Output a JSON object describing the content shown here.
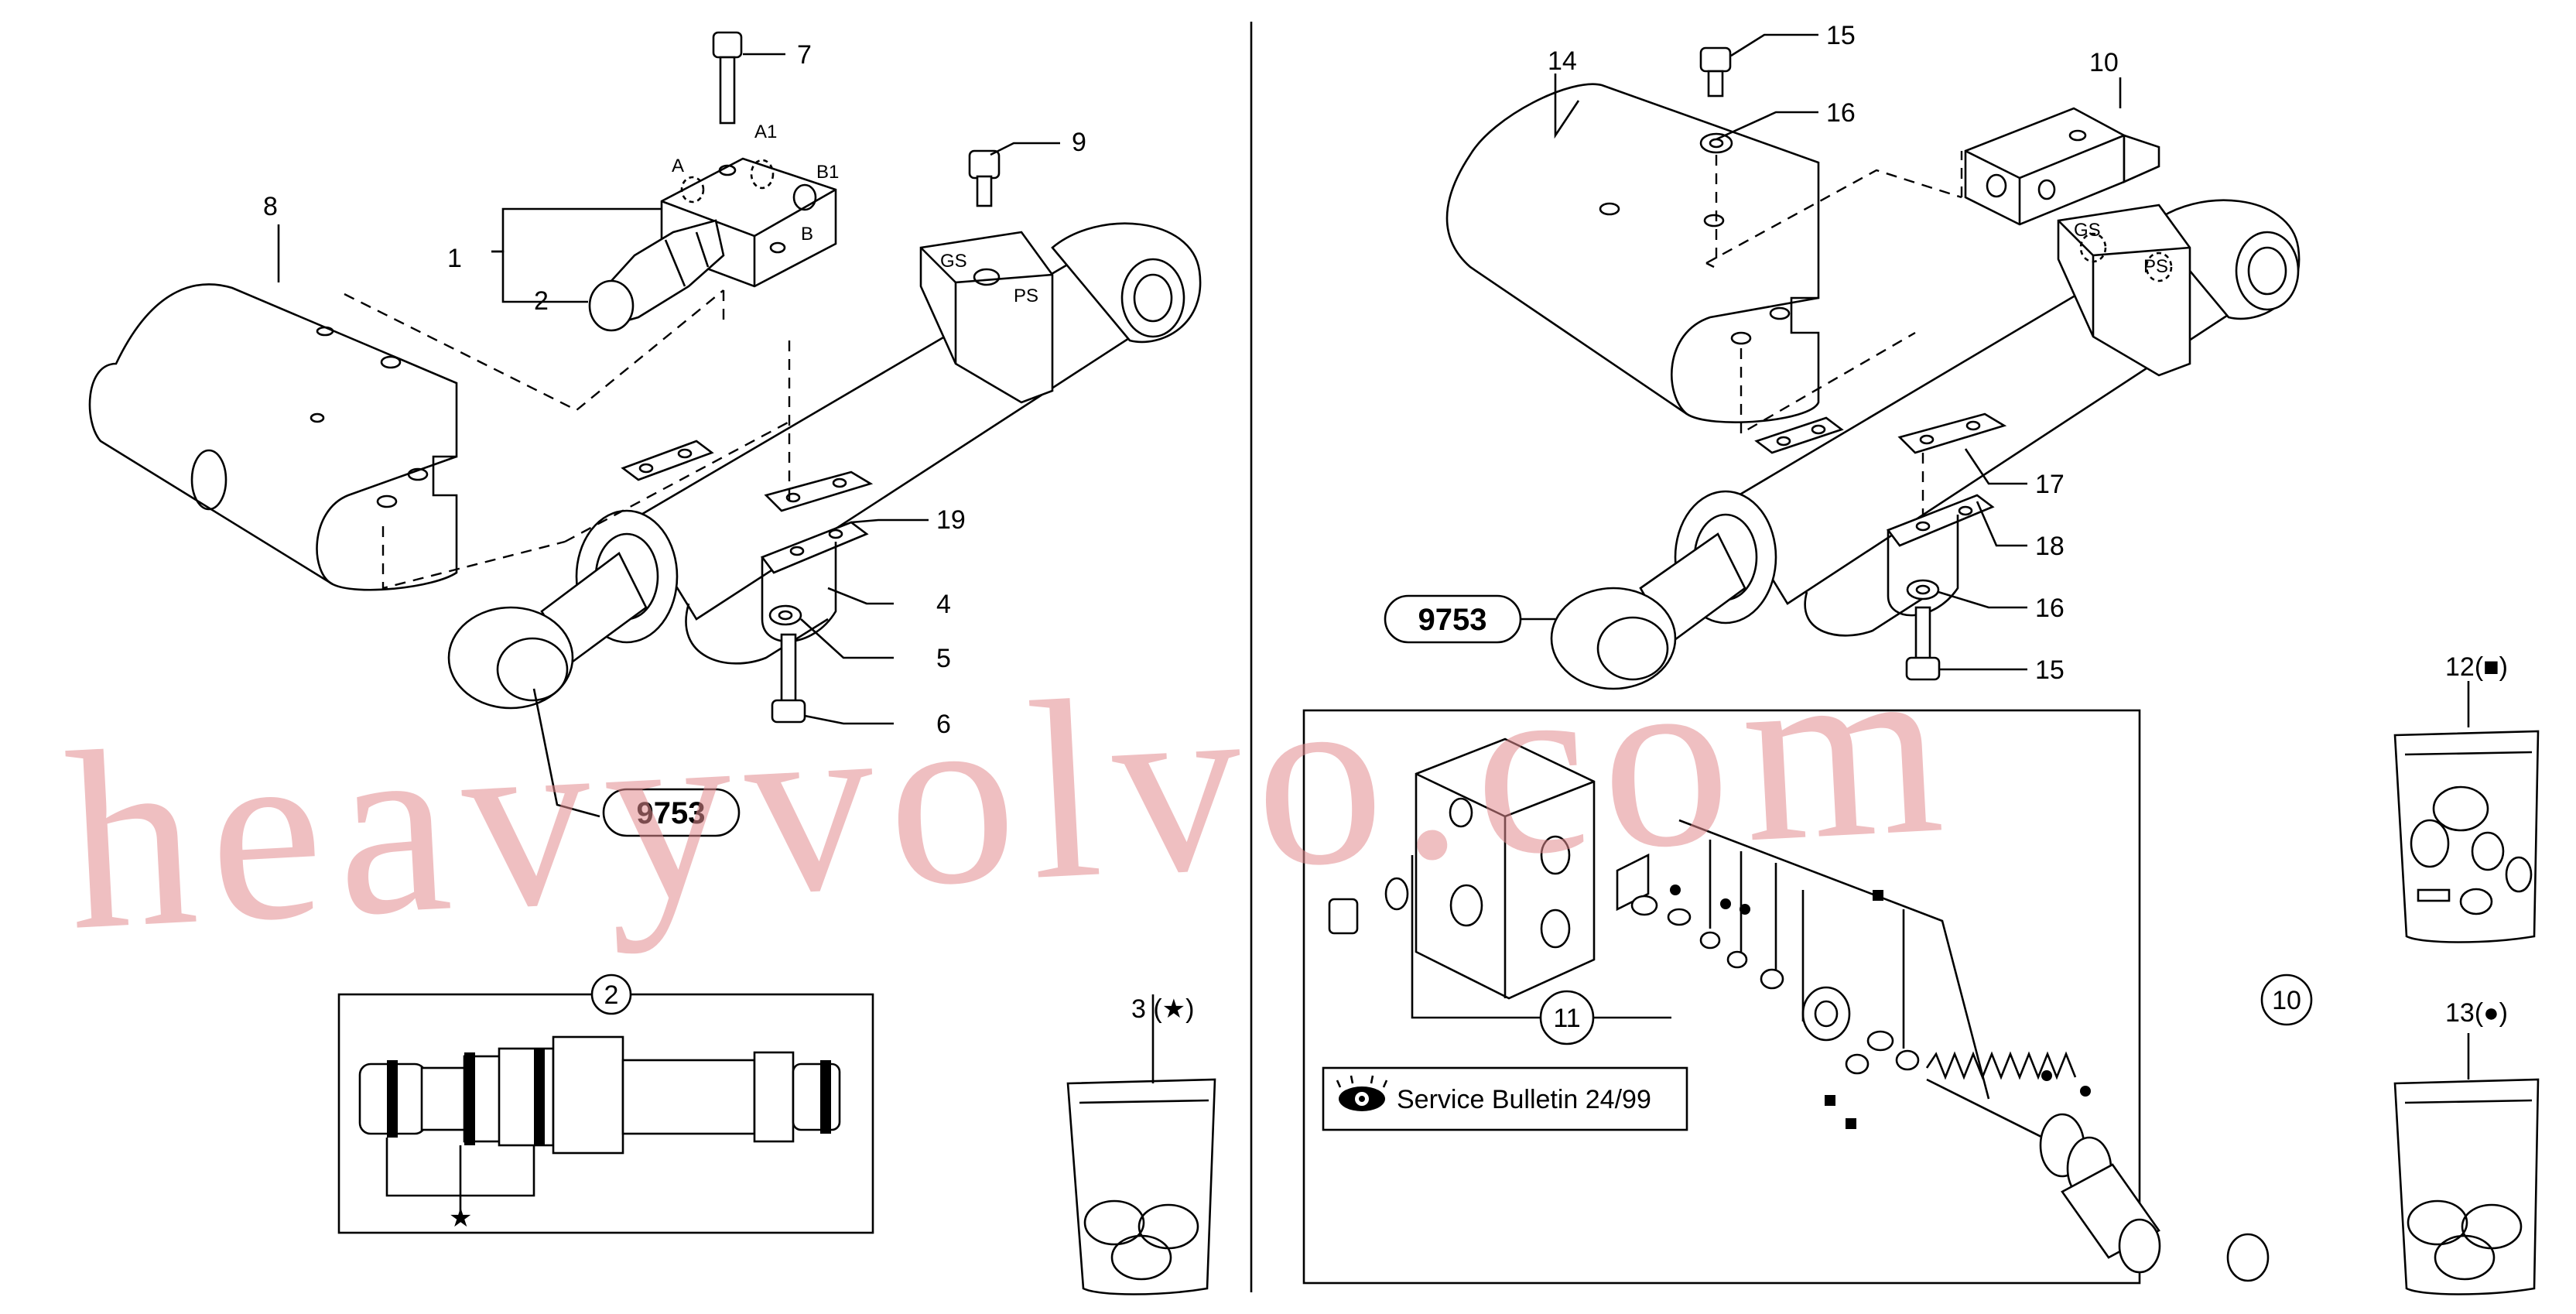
{
  "callouts": {
    "c1": "1",
    "c2": "2",
    "c3": "3 (★)",
    "c4": "4",
    "c5": "5",
    "c6": "6",
    "c7": "7",
    "c8": "8",
    "c9": "9",
    "c10": "10",
    "c11": "11",
    "c12": "12(■)",
    "c13": "13(●)",
    "c14": "14",
    "c15a": "15",
    "c15b": "15",
    "c16a": "16",
    "c16b": "16",
    "c17": "17",
    "c18": "18",
    "c19": "19",
    "c10b": "10"
  },
  "port_labels": {
    "a": "A",
    "a1": "A1",
    "b1": "B1",
    "b": "B",
    "gs1": "GS",
    "ps1": "PS",
    "gs2": "GS",
    "ps2": "PS"
  },
  "ref_badges": {
    "left": "9753",
    "right": "9753",
    "detail": "2"
  },
  "detail_star": "★",
  "service_bulletin": {
    "text": "Service Bulletin 24/99",
    "icon": "eye-icon"
  },
  "watermark": "heavyvolvo.com",
  "colors": {
    "watermark": "#e28b8f",
    "ink": "#000000"
  }
}
